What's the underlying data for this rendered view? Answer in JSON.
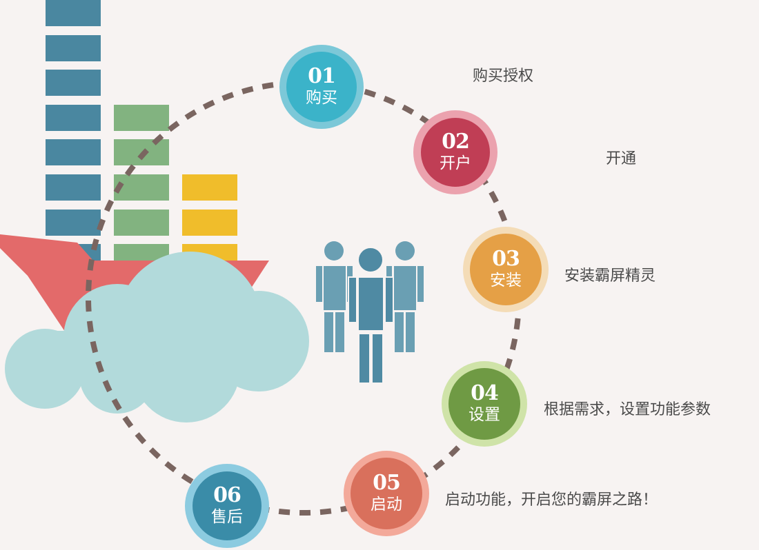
{
  "diagram": {
    "type": "cycle-process",
    "background": "#f7f3f2",
    "path_color": "#7a6560",
    "steps": [
      {
        "number": "01",
        "label": "购买",
        "description": "购买授权",
        "outer_color": "#7cc8d8",
        "inner_color": "#3bb3c9"
      },
      {
        "number": "02",
        "label": "开户",
        "description": "开通",
        "outer_color": "#eba2ae",
        "inner_color": "#c03e55"
      },
      {
        "number": "03",
        "label": "安装",
        "description": "安装霸屏精灵",
        "outer_color": "#f4dcb7",
        "inner_color": "#e5a046"
      },
      {
        "number": "04",
        "label": "设置",
        "description": "根据需求，设置功能参数",
        "outer_color": "#cfe3a8",
        "inner_color": "#6f9a44"
      },
      {
        "number": "05",
        "label": "启动",
        "description": "启动功能，开启您的霸屏之路！",
        "outer_color": "#f3a99a",
        "inner_color": "#d9705c"
      },
      {
        "number": "06",
        "label": "售后",
        "description": "",
        "outer_color": "#8ccbe0",
        "inner_color": "#3a8ca8"
      }
    ],
    "illustration": {
      "ship_color": "#e36a6a",
      "cloud_color": "#b2dadb",
      "container_colors": [
        "#4a87a0",
        "#82b380",
        "#f0bd2b"
      ],
      "people_colors": [
        "#6a9fb3",
        "#4f8aa3"
      ]
    }
  }
}
